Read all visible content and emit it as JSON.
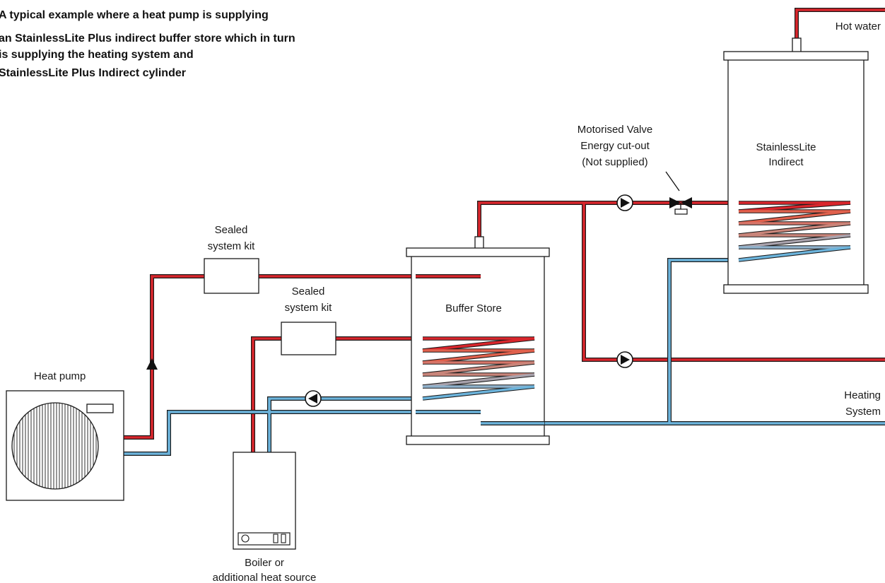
{
  "title_lines": [
    "A typical example where a heat pump is supplying",
    "an StainlessLite Plus indirect buffer store which in turn",
    "is supplying the heating system and",
    "StainlessLite Plus Indirect cylinder"
  ],
  "labels": {
    "heat_pump": "Heat pump",
    "sealed_kit_1": [
      "Sealed",
      "system kit"
    ],
    "sealed_kit_2": [
      "Sealed",
      "system kit"
    ],
    "buffer_store": "Buffer Store",
    "boiler": [
      "Boiler or",
      "additional heat source"
    ],
    "valve": [
      "Motorised Valve",
      "Energy cut-out",
      "(Not supplied)"
    ],
    "cylinder": [
      "StainlessLite",
      "Indirect"
    ],
    "hot_water": "Hot water",
    "heating_system": [
      "Heating",
      "System"
    ]
  },
  "colors": {
    "flow_pipe": "#d9262c",
    "return_pipe": "#6cb4dc",
    "outline": "#1a1a1a",
    "coil_gradient": [
      "#d9262c",
      "#e0614d",
      "#c9857a",
      "#a9a3ad",
      "#6cb4dc"
    ]
  },
  "icons": {
    "pump": "pump-circle-arrow-icon",
    "valve": "motorised-valve-icon",
    "flow_arrow": "flow-direction-arrow-icon"
  }
}
